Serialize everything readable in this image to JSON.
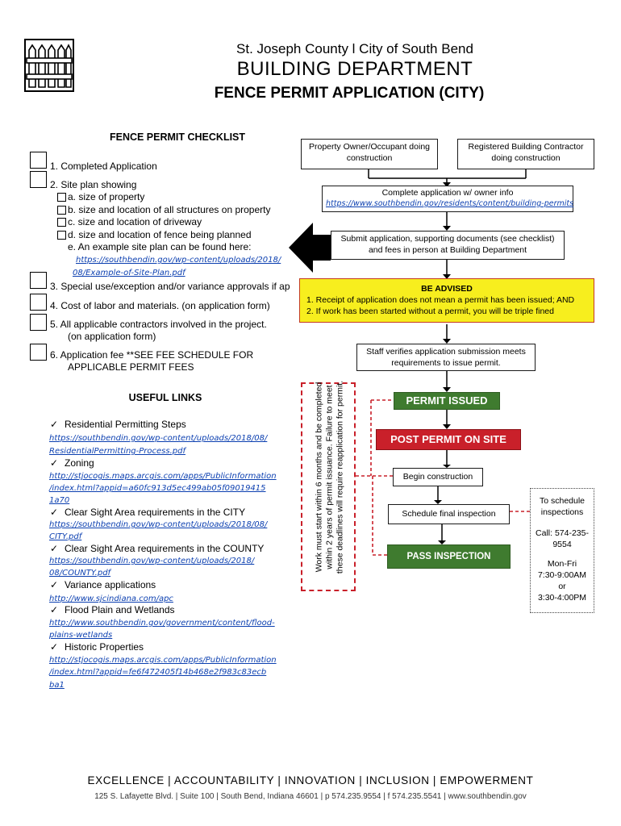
{
  "header": {
    "org": "St. Joseph County l City of South Bend",
    "dept": "BUILDING  DEPARTMENT",
    "title": "FENCE PERMIT APPLICATION (CITY)"
  },
  "checklist": {
    "title": "FENCE PERMIT CHECKLIST",
    "item1": "1.    Completed Application",
    "item2": "2.    Site plan showing",
    "item2a": "a. size of property",
    "item2b": "b. size and location of all structures on property",
    "item2c": "c. size and location of driveway",
    "item2d": "d. size and location of fence being planned",
    "item2e": "e. An example site plan can be found here:",
    "item2e_link1": "https://southbendin.gov/wp-content/uploads/2018/",
    "item2e_link2": "08/Example-of-Site-Plan.pdf",
    "item3": "3.    Special use/exception and/or variance approvals  if ap",
    "item4": "4.    Cost of labor and materials. (on application form)",
    "item5a": "5.    All applicable contractors involved in the project.",
    "item5b": "(on application form)",
    "item6a": "6.    Application fee **SEE FEE SCHEDULE FOR",
    "item6b": "APPLICABLE PERMIT FEES"
  },
  "useful_links": {
    "title": "USEFUL LINKS",
    "check": "✓",
    "l1_label": "Residential Permitting Steps",
    "l1_url1": "https://southbendin.gov/wp-content/uploads/2018/08/",
    "l1_url2": "ResidentialPermitting-Process.pdf",
    "l2_label": "Zoning",
    "l2_url1": "http://stjocogis.maps.arcgis.com/apps/PublicInformation",
    "l2_url2": "/index.html?appid=a60fc913d5ec499ab05f09019415",
    "l2_url3": "1a70",
    "l3_label": "Clear Sight Area requirements in the CITY",
    "l3_url1": "https://southbendin.gov/wp-content/uploads/2018/08/",
    "l3_url2": "CITY.pdf",
    "l4_label": "Clear Sight Area requirements in the COUNTY",
    "l4_url1": "https://southbendin.gov/wp-content/uploads/2018/",
    "l4_url2": "08/COUNTY.pdf",
    "l5_label": "Variance  applications",
    "l5_url1": "http://www.sjcindiana.com/apc",
    "l6_label": "Flood Plain and Wetlands",
    "l6_url1": "http://www.southbendin.gov/government/content/flood-",
    "l6_url2": "plains-wetlands",
    "l7_label": "Historic Properties",
    "l7_url1": "http://stjocogis.maps.arcgis.com/apps/PublicInformation",
    "l7_url2": "/index.html?appid=fe6f472405f14b468e2f983c83ecb",
    "l7_url3": "ba1"
  },
  "flow": {
    "owner": "Property Owner/Occupant doing construction",
    "contractor": "Registered Building Contractor doing construction",
    "complete_app": "Complete application w/ owner info",
    "complete_app_link": "https://www.southbendin.gov/residents/content/building-permits",
    "submit": "Submit application, supporting documents (see checklist) and fees in person at Building Department",
    "advised_title": "BE ADVISED",
    "advised_1": "1. Receipt of application does not mean a permit has been issued; AND",
    "advised_2": "2. If work has been started without a permit, you will be triple fined",
    "staff": "Staff verifies application submission meets requirements to issue permit.",
    "permit_issued": "PERMIT ISSUED",
    "post_permit": "POST PERMIT ON SITE",
    "begin": "Begin construction",
    "schedule_final": "Schedule final inspection",
    "pass": "PASS INSPECTION",
    "warning": "Work must start within 6 months and be completed within 2 years of permit issuance. Failure to meet these deadlines will require reapplication for permit."
  },
  "schedule": {
    "line1": "To schedule inspections",
    "line2": "Call: 574-235-9554",
    "line3": "Mon-Fri",
    "line4": "7:30-9:00AM",
    "line5": "or",
    "line6": "3:30-4:00PM"
  },
  "footer": {
    "values": "EXCELLENCE | ACCOUNTABILITY | INNOVATION | INCLUSION | EMPOWERMENT",
    "address": "125 S. Lafayette Blvd. | Suite 100 | South Bend, Indiana 46601 | p 574.235.9554 | f 574.235.5541 | www.southbendin.gov"
  },
  "colors": {
    "link": "#0b3fb0",
    "advised_bg": "#f7ee1e",
    "green": "#3f7b2f",
    "red": "#c9202a"
  }
}
